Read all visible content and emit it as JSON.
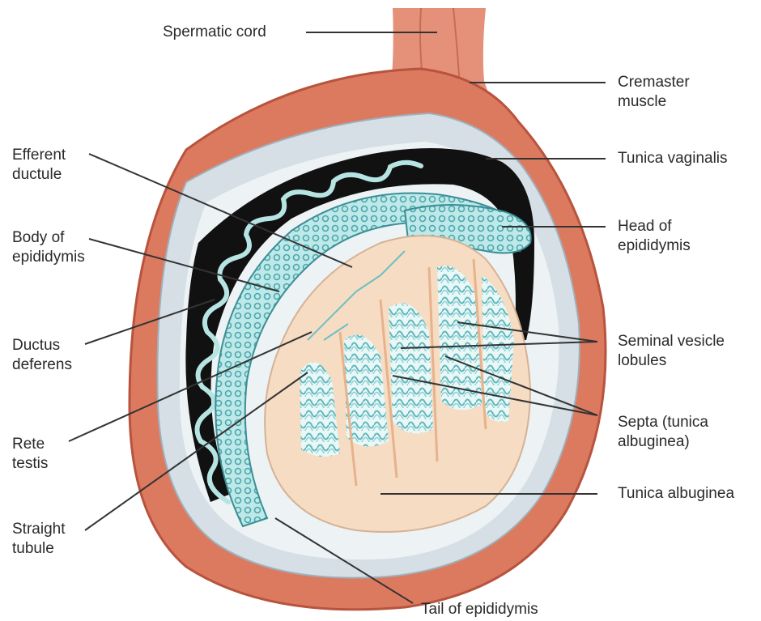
{
  "labels": {
    "spermatic_cord": "Spermatic cord",
    "cremaster_muscle": [
      "Cremaster",
      "muscle"
    ],
    "tunica_vaginalis": "Tunica vaginalis",
    "head_of_epididymis": [
      "Head of",
      "epididymis"
    ],
    "seminal_vesicle_lobules": [
      "Seminal vesicle",
      "lobules"
    ],
    "septa": [
      "Septa (tunica",
      "albuginea)"
    ],
    "tunica_albuginea": "Tunica albuginea",
    "tail_of_epididymis": "Tail of epididymis",
    "efferent_ductule": [
      "Efferent",
      "ductule"
    ],
    "body_of_epididymis": [
      "Body of",
      "epididymis"
    ],
    "ductus_deferens": [
      "Ductus",
      "deferens"
    ],
    "rete_testis": [
      "Rete",
      "testis"
    ],
    "straight_tubule": [
      "Straight",
      "tubule"
    ]
  },
  "colors": {
    "muscle": "#d9735a",
    "muscle_dark": "#b8533e",
    "tunica_vaginalis": "#d7e1e6",
    "cavity": "#eef2f4",
    "epididymis": "#a9dcdc",
    "epididymis_dark": "#3a8f95",
    "ductus": "#111111",
    "testis": "#f6dcc3",
    "lobule": "#8fd0d2",
    "leader": "#333333"
  }
}
